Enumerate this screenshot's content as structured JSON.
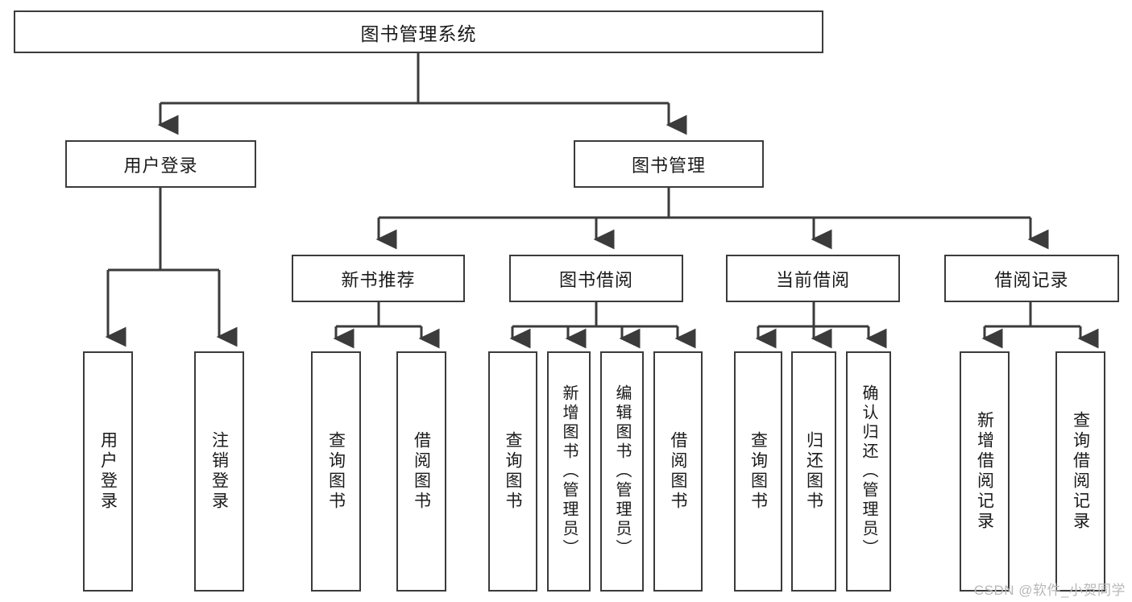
{
  "diagram": {
    "type": "tree",
    "title": "图书管理系统",
    "root": {
      "label": "图书管理系统"
    },
    "level2": [
      {
        "label": "用户登录"
      },
      {
        "label": "图书管理"
      }
    ],
    "level3": [
      {
        "label": "新书推荐"
      },
      {
        "label": "图书借阅"
      },
      {
        "label": "当前借阅"
      },
      {
        "label": "借阅记录"
      }
    ],
    "leaves": {
      "user_login": [
        {
          "label": "用户登录"
        },
        {
          "label": "注销登录"
        }
      ],
      "new_book_recommend": [
        {
          "label": "查询图书"
        },
        {
          "label": "借阅图书"
        }
      ],
      "book_borrow": [
        {
          "label": "查询图书"
        },
        {
          "label": "新增图书（管理员）"
        },
        {
          "label": "编辑图书（管理员）"
        },
        {
          "label": "借阅图书"
        }
      ],
      "current_borrow": [
        {
          "label": "查询图书"
        },
        {
          "label": "归还图书"
        },
        {
          "label": "确认归还（管理员）"
        }
      ],
      "borrow_record": [
        {
          "label": "新增借阅记录"
        },
        {
          "label": "查询借阅记录"
        }
      ]
    }
  },
  "watermark": {
    "text": "CSDN @软件_小贺同学"
  },
  "colors": {
    "stroke": "#3b3b3b",
    "background": "#ffffff",
    "text": "#1a1a1a",
    "watermark": "#b8b8b8"
  }
}
